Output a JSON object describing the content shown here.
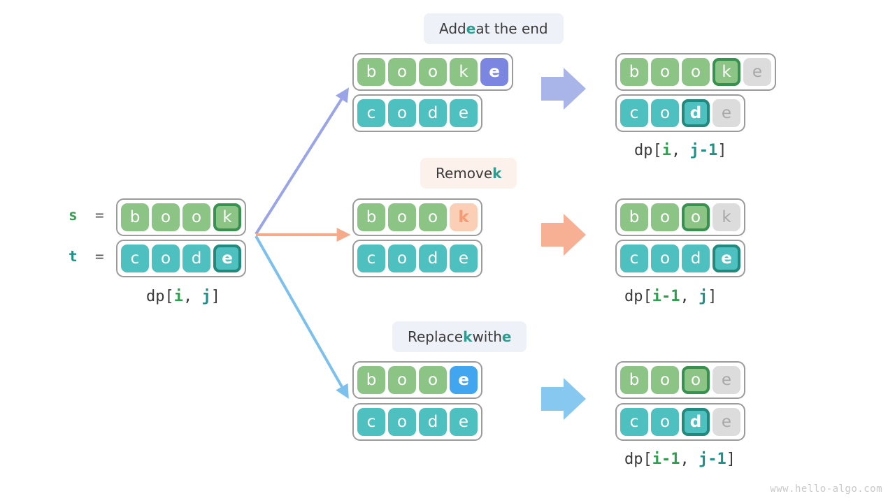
{
  "diagram": {
    "title": "Edit distance state transition",
    "watermark": "www.hello-algo.com",
    "source": {
      "s_label": "s",
      "t_label": "t",
      "equals": "=",
      "s_chars": [
        "b",
        "o",
        "o",
        "k"
      ],
      "t_chars": [
        "c",
        "o",
        "d",
        "e"
      ],
      "caption_prefix": "dp[",
      "caption_i": "i",
      "caption_comma": ", ",
      "caption_j": "j",
      "caption_suffix": "]"
    },
    "branches": [
      {
        "id": "add",
        "label_before": "Add ",
        "label_char": "e",
        "label_after": " at the end",
        "label_style": "blueish",
        "arrow_color": "#9aa5e8",
        "block_arrow_color": "#a9b4e8",
        "middle": {
          "s_chars": [
            "b",
            "o",
            "o",
            "k",
            "e"
          ],
          "s_styles": [
            "green",
            "green",
            "green",
            "green",
            "purple"
          ],
          "t_chars": [
            "c",
            "o",
            "d",
            "e"
          ],
          "t_styles": [
            "teal",
            "teal",
            "teal",
            "teal"
          ]
        },
        "result": {
          "s_chars": [
            "b",
            "o",
            "o",
            "k",
            "e"
          ],
          "s_styles": [
            "green",
            "green",
            "green",
            "hl-green",
            "gray"
          ],
          "t_chars": [
            "c",
            "o",
            "d",
            "e"
          ],
          "t_styles": [
            "teal",
            "teal",
            "hl-teal",
            "gray"
          ],
          "caption_prefix": "dp[",
          "caption_i": "i",
          "caption_comma": ", ",
          "caption_j": "j-1",
          "caption_suffix": "]"
        }
      },
      {
        "id": "remove",
        "label_before": "Remove ",
        "label_char": "k",
        "label_after": "",
        "label_style": "pinkish",
        "arrow_color": "#f5ab8a",
        "block_arrow_color": "#f7b094",
        "middle": {
          "s_chars": [
            "b",
            "o",
            "o",
            "k"
          ],
          "s_styles": [
            "green",
            "green",
            "green",
            "peach"
          ],
          "t_chars": [
            "c",
            "o",
            "d",
            "e"
          ],
          "t_styles": [
            "teal",
            "teal",
            "teal",
            "teal"
          ]
        },
        "result": {
          "s_chars": [
            "b",
            "o",
            "o",
            "k"
          ],
          "s_styles": [
            "green",
            "green",
            "hl-green",
            "gray"
          ],
          "t_chars": [
            "c",
            "o",
            "d",
            "e"
          ],
          "t_styles": [
            "teal",
            "teal",
            "teal",
            "hl-teal"
          ],
          "caption_prefix": "dp[",
          "caption_i": "i-1",
          "caption_comma": ", ",
          "caption_j": "j",
          "caption_suffix": "]"
        }
      },
      {
        "id": "replace",
        "label_before": "Replace ",
        "label_char": "k",
        "label_after": " with ",
        "label_char2": "e",
        "label_style": "blueish",
        "arrow_color": "#7cc0ee",
        "block_arrow_color": "#87c8f0",
        "middle": {
          "s_chars": [
            "b",
            "o",
            "o",
            "e"
          ],
          "s_styles": [
            "green",
            "green",
            "green",
            "blue"
          ],
          "t_chars": [
            "c",
            "o",
            "d",
            "e"
          ],
          "t_styles": [
            "teal",
            "teal",
            "teal",
            "teal"
          ]
        },
        "result": {
          "s_chars": [
            "b",
            "o",
            "o",
            "e"
          ],
          "s_styles": [
            "green",
            "green",
            "hl-green",
            "gray"
          ],
          "t_chars": [
            "c",
            "o",
            "d",
            "e"
          ],
          "t_styles": [
            "teal",
            "teal",
            "hl-teal",
            "gray"
          ],
          "caption_prefix": "dp[",
          "caption_i": "i-1",
          "caption_comma": ", ",
          "caption_j": "j-1",
          "caption_suffix": "]"
        }
      }
    ],
    "colors": {
      "green": "#8cc485",
      "teal": "#4ec0bf",
      "purple": "#7b86e0",
      "blue": "#41a5ef",
      "peach": "#fbcfb5",
      "gray": "#dcdcdc",
      "highlight_green_border": "#37914f",
      "highlight_teal_border": "#22897f"
    }
  }
}
